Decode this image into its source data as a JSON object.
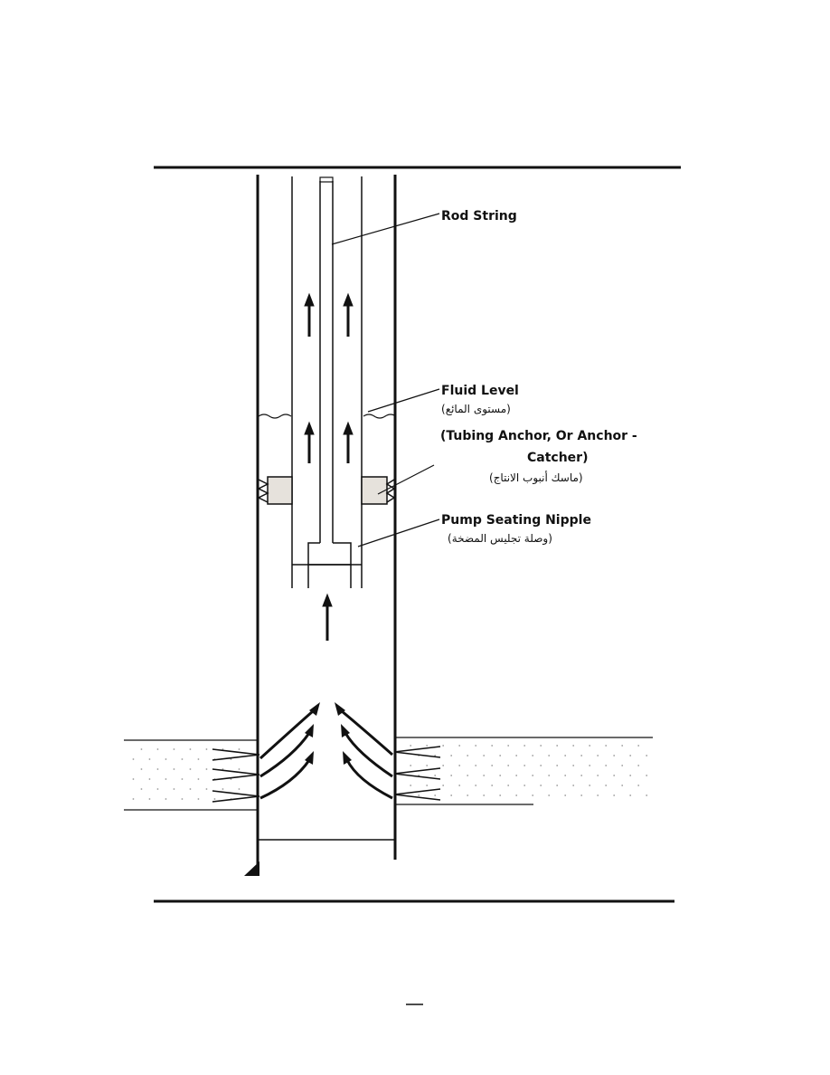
{
  "labels": {
    "rod_string": "Rod String",
    "fluid_level": "Fluid Level",
    "fluid_level_ar": "(مستوى المائع)",
    "anchor_line1": "(Tubing Anchor, Or Anchor -",
    "anchor_line2": "Catcher)",
    "anchor_ar": "(ماسك أنبوب الانتاج)",
    "pump_nipple": "Pump Seating Nipple",
    "pump_nipple_ar": "(وصلة تجليس المضخة)"
  },
  "colors": {
    "ink": "#111111",
    "anchor_fill": "#e6e2dc",
    "formation_dots": "#9a9a9a"
  }
}
